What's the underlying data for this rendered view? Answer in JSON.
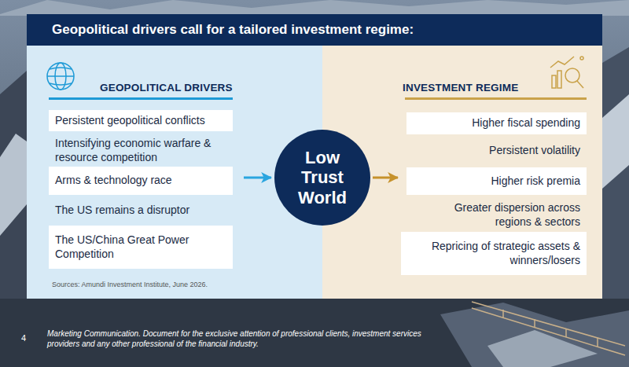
{
  "diagram": {
    "title": "Geopolitical drivers call for a tailored investment regime:",
    "nodes": [
      {
        "text": [
          "GEOPOLITICAL DRIVERS"
        ]
      },
      {
        "text": [
          "Persistent geopolitical conflicts"
        ],
        "in": 0
      },
      {
        "text": [
          "Intensifying economic warfare & resource competition"
        ],
        "in": 0
      },
      {
        "text": [
          "Arms & technology race"
        ],
        "in": 0
      },
      {
        "text": [
          "The US remains a disruptor"
        ],
        "in": 0
      },
      {
        "text": [
          "The US/China Great Power Competition"
        ],
        "in": 0
      },
      {
        "text": [
          "Low Trust World"
        ]
      },
      {
        "text": [
          "INVESTMENT REGIME"
        ]
      },
      {
        "text": [
          "Higher fiscal spending"
        ],
        "in": 7
      },
      {
        "text": [
          "Persistent volatility"
        ],
        "in": 7
      },
      {
        "text": [
          "Higher risk premia"
        ],
        "in": 7
      },
      {
        "text": [
          "Greater dispersion across regions & sectors"
        ],
        "in": 7
      },
      {
        "text": [
          "Repricing of strategic assets & winners/losers"
        ],
        "in": 7
      }
    ],
    "edges": [
      {
        "from": 0,
        "to": 6,
        "arrow": "to"
      },
      {
        "from": 6,
        "to": 7,
        "arrow": "to"
      }
    ],
    "labels": [
      "Sources: Amundi Investment Institute, June 2026.",
      "4",
      "Marketing Communication. Document for the exclusive attention of professional clients, investment services providers and any other professional of the financial industry."
    ]
  }
}
